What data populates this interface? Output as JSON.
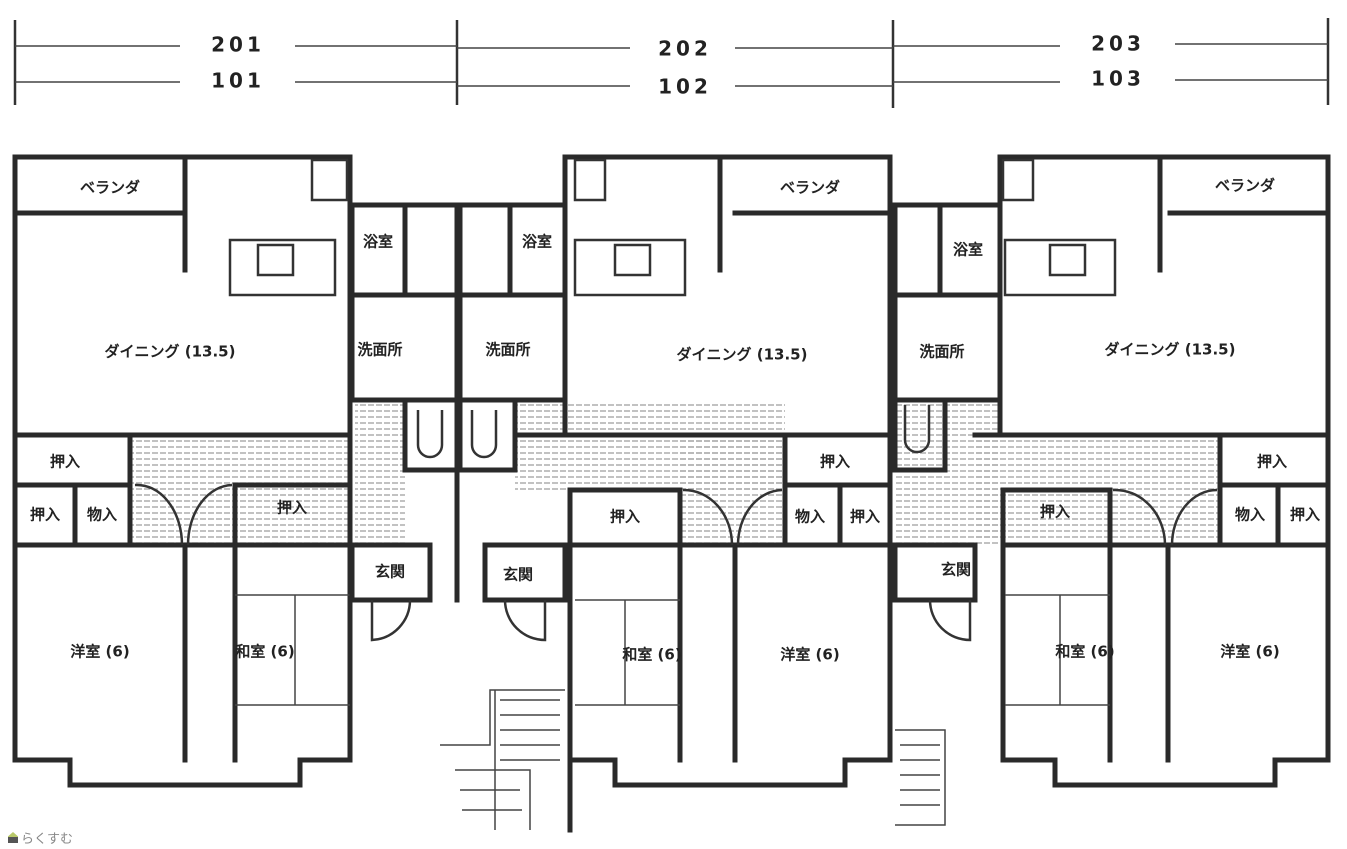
{
  "dimensions": {
    "upper": [
      "201",
      "202",
      "203"
    ],
    "lower": [
      "101",
      "102",
      "103"
    ]
  },
  "plan": {
    "units": [
      {
        "veranda": "ベランダ",
        "dining": "ダイニング (13.5)",
        "bath": "浴室",
        "washroom": "洗面所",
        "entrance": "玄関",
        "closets": [
          "押入",
          "押入",
          "物入",
          "押入"
        ],
        "western_room": "洋室 (6)",
        "japanese_room": "和室 (6)"
      },
      {
        "veranda": "ベランダ",
        "dining": "ダイニング (13.5)",
        "bath": "浴室",
        "washroom": "洗面所",
        "entrance": "玄関",
        "closets": [
          "押入",
          "物入",
          "押入",
          "押入"
        ],
        "western_room": "洋室 (6)",
        "japanese_room": "和室 (6)"
      },
      {
        "veranda": "ベランダ",
        "dining": "ダイニング (13.5)",
        "bath": "浴室",
        "washroom": "洗面所",
        "entrance": "玄関",
        "closets": [
          "押入",
          "押入",
          "物入",
          "押入"
        ],
        "western_room": "洋室 (6)",
        "japanese_room": "和室 (6)"
      }
    ]
  },
  "watermark": "らくすむ"
}
